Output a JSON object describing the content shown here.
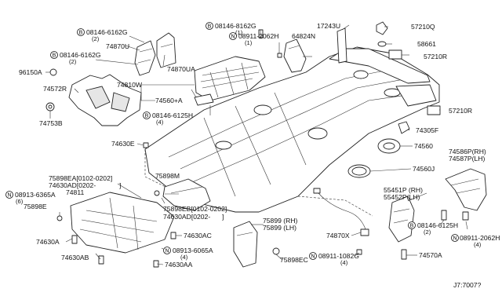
{
  "diagram": {
    "labels": [
      {
        "id": "l1",
        "text": "08146-6162G",
        "badge": "B"
      },
      {
        "id": "l1q",
        "text": "(2)"
      },
      {
        "id": "l2",
        "text": "74870U"
      },
      {
        "id": "l3",
        "text": "08146-6162G",
        "badge": "B"
      },
      {
        "id": "l3q",
        "text": "(2)"
      },
      {
        "id": "l4",
        "text": "74870UA"
      },
      {
        "id": "l5",
        "text": "96150A"
      },
      {
        "id": "l6",
        "text": "74572R"
      },
      {
        "id": "l7",
        "text": "74810W"
      },
      {
        "id": "l8",
        "text": "74560+A"
      },
      {
        "id": "l9",
        "text": "74753B"
      },
      {
        "id": "l10",
        "text": "08146-6125H",
        "badge": "B"
      },
      {
        "id": "l10q",
        "text": "(4)"
      },
      {
        "id": "l11",
        "text": "74630E"
      },
      {
        "id": "l12",
        "text": "08146-8162G",
        "badge": "B"
      },
      {
        "id": "l12q",
        "text": "(1)"
      },
      {
        "id": "l13",
        "text": "08911-2062H",
        "badge": "N"
      },
      {
        "id": "l13q",
        "text": "(1)"
      },
      {
        "id": "l14",
        "text": "64824N"
      },
      {
        "id": "l15",
        "text": "17243U"
      },
      {
        "id": "l16",
        "text": "57210Q"
      },
      {
        "id": "l17",
        "text": "58661"
      },
      {
        "id": "l18",
        "text": "57210R"
      },
      {
        "id": "l19",
        "text": "57210R"
      },
      {
        "id": "l20",
        "text": "74305F"
      },
      {
        "id": "l21",
        "text": "74560"
      },
      {
        "id": "l22",
        "text": "74560J"
      },
      {
        "id": "l23",
        "text": "74586P(RH)"
      },
      {
        "id": "l24",
        "text": "74587P(LH)"
      },
      {
        "id": "l25",
        "text": "55451P (RH)"
      },
      {
        "id": "l26",
        "text": "55452P(LH)"
      },
      {
        "id": "l27",
        "text": "08146-6125H",
        "badge": "B"
      },
      {
        "id": "l27q",
        "text": "(2)"
      },
      {
        "id": "l28",
        "text": "08911-2062H",
        "badge": "N"
      },
      {
        "id": "l28q",
        "text": "(4)"
      },
      {
        "id": "l29",
        "text": "74570A"
      },
      {
        "id": "l30",
        "text": "08911-1082G",
        "badge": "N"
      },
      {
        "id": "l30q",
        "text": "(4)"
      },
      {
        "id": "l31",
        "text": "74870X"
      },
      {
        "id": "l32",
        "text": "75899 (RH)"
      },
      {
        "id": "l33",
        "text": "75899 (LH)"
      },
      {
        "id": "l34",
        "text": "75898EC"
      },
      {
        "id": "l35",
        "text": "75898EA[0102-0202]"
      },
      {
        "id": "l36",
        "text": "74630AD[0202-"
      },
      {
        "id": "l36b",
        "text": "]"
      },
      {
        "id": "l37",
        "text": "75898M"
      },
      {
        "id": "l38",
        "text": "08913-6365A",
        "badge": "N"
      },
      {
        "id": "l38q",
        "text": "(6)"
      },
      {
        "id": "l39",
        "text": "74811"
      },
      {
        "id": "l40",
        "text": "75898E"
      },
      {
        "id": "l41",
        "text": "75898EB[0102-0202]"
      },
      {
        "id": "l42",
        "text": "74630AD[0202-"
      },
      {
        "id": "l42b",
        "text": "]"
      },
      {
        "id": "l43",
        "text": "74630AC"
      },
      {
        "id": "l44",
        "text": "08913-6065A",
        "badge": "N"
      },
      {
        "id": "l44q",
        "text": "(4)"
      },
      {
        "id": "l45",
        "text": "74630A"
      },
      {
        "id": "l46",
        "text": "74630AB"
      },
      {
        "id": "l47",
        "text": "74630AA"
      },
      {
        "id": "l48",
        "text": "J7:7007?"
      }
    ]
  }
}
